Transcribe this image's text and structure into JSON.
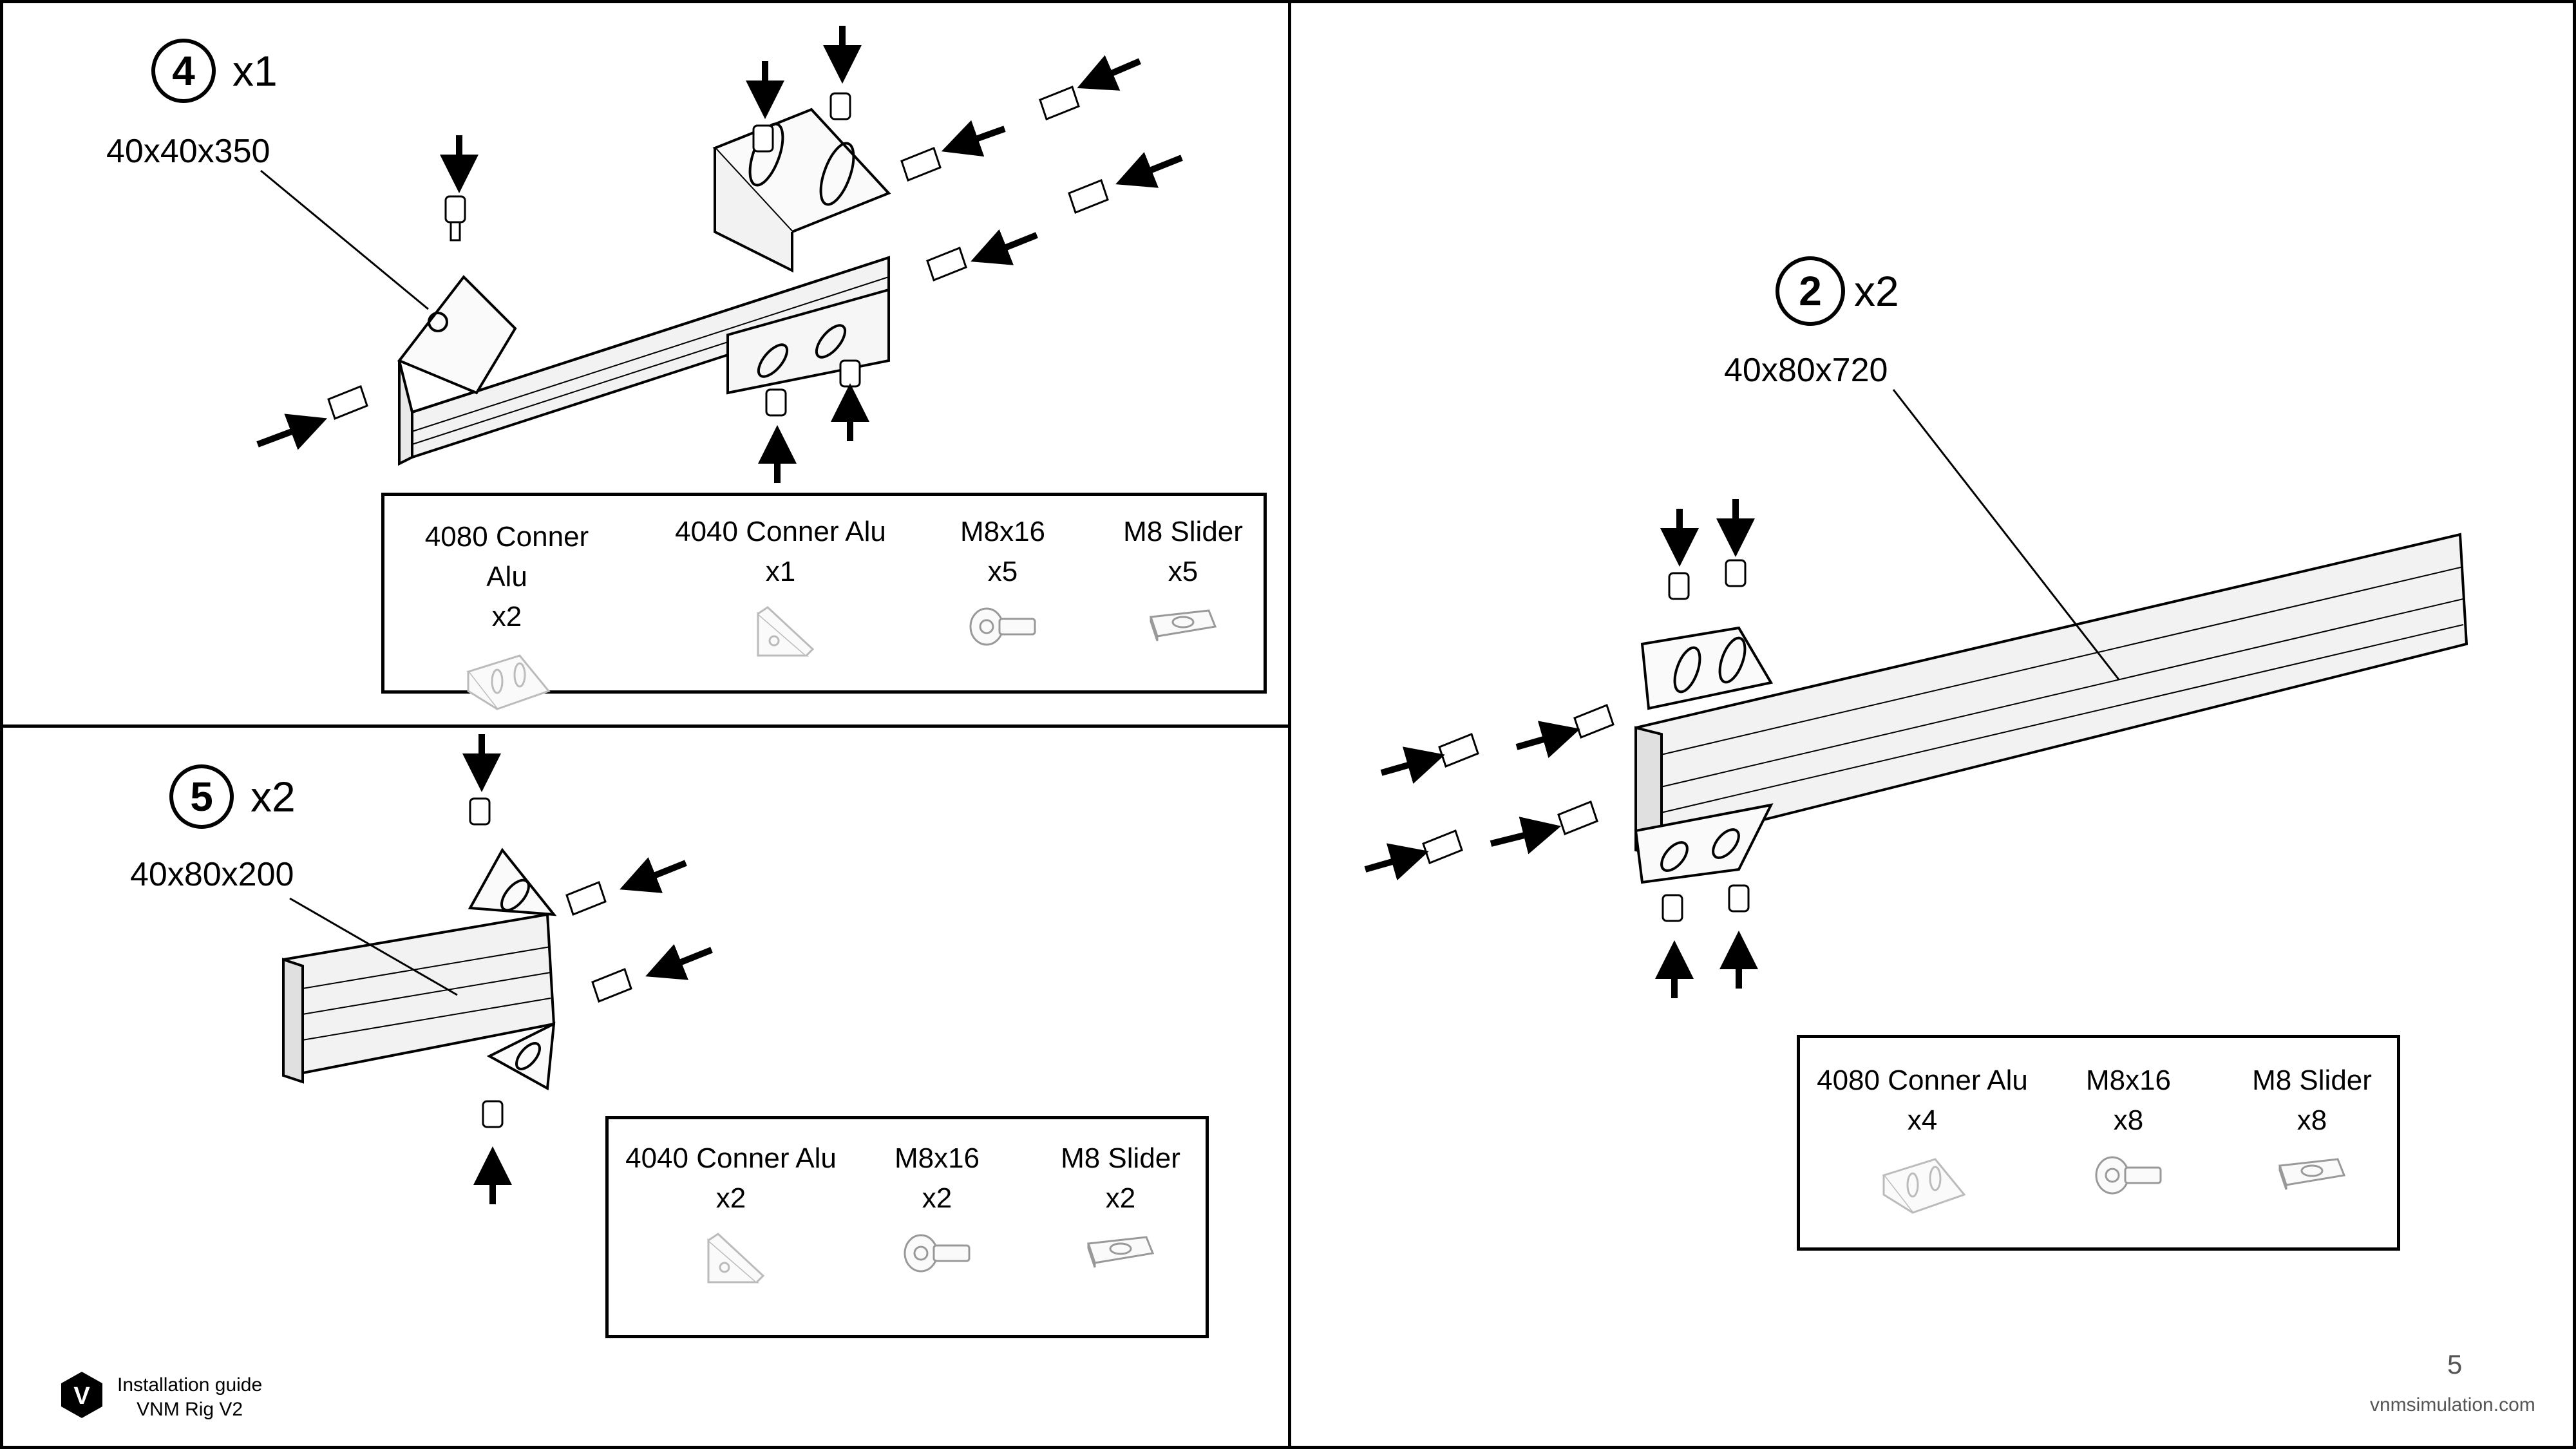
{
  "page_number": "5",
  "footer": {
    "guide_line1": "Installation guide",
    "guide_line2": "VNM Rig V2",
    "website": "vnmsimulation.com",
    "logo_letter": "V"
  },
  "steps": [
    {
      "number": "4",
      "qty": "x1",
      "dimension": "40x40x350",
      "parts": [
        {
          "name": "4080 Conner Alu",
          "qty": "x2",
          "icon": "corner-bracket-4080-icon"
        },
        {
          "name": "4040 Conner Alu",
          "qty": "x1",
          "icon": "corner-bracket-4040-icon"
        },
        {
          "name": "M8x16",
          "qty": "x5",
          "icon": "bolt-icon"
        },
        {
          "name": "M8 Slider",
          "qty": "x5",
          "icon": "slider-nut-icon"
        }
      ]
    },
    {
      "number": "5",
      "qty": "x2",
      "dimension": "40x80x200",
      "parts": [
        {
          "name": "4040 Conner Alu",
          "qty": "x2",
          "icon": "corner-bracket-4040-icon"
        },
        {
          "name": "M8x16",
          "qty": "x2",
          "icon": "bolt-icon"
        },
        {
          "name": "M8 Slider",
          "qty": "x2",
          "icon": "slider-nut-icon"
        }
      ]
    },
    {
      "number": "2",
      "qty": "x2",
      "dimension": "40x80x720",
      "parts": [
        {
          "name": "4080 Conner Alu",
          "qty": "x4",
          "icon": "corner-bracket-4080-icon"
        },
        {
          "name": "M8x16",
          "qty": "x8",
          "icon": "bolt-icon"
        },
        {
          "name": "M8 Slider",
          "qty": "x8",
          "icon": "slider-nut-icon"
        }
      ]
    }
  ]
}
